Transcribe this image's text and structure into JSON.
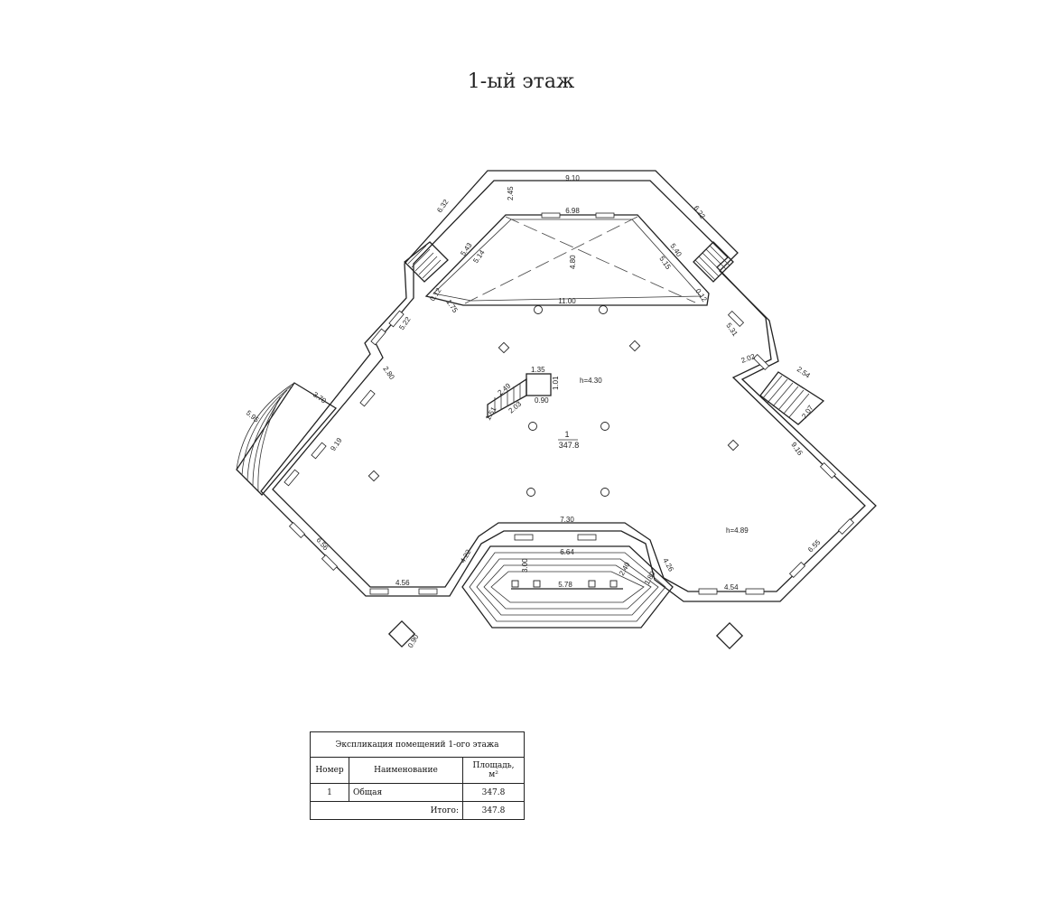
{
  "title": "1-ый этаж",
  "plan": {
    "dimensions": {
      "top_outer": "9.10",
      "top_left_side": "6.32",
      "top_right_side": "6.22",
      "top_depth": "2.45",
      "stage_top": "6.98",
      "stage_depth": "4.80",
      "stage_bottom": "11.00",
      "left_upper_a": "5.43",
      "left_upper_b": "5.14",
      "left_upper_c": "0.12",
      "left_upper_d": "1.75",
      "right_upper_a": "5.40",
      "right_upper_b": "5.15",
      "right_upper_c": "0.12",
      "left_wall_1": "5.22",
      "left_wall_2": "2.80",
      "left_wall_3": "9.19",
      "left_porch_a": "3.70",
      "left_porch_b": "5.95",
      "right_wall_1": "5.31",
      "right_wall_2": "2.02",
      "right_porch_a": "2.54",
      "right_porch_b": "2.07",
      "right_wall_3": "9.16",
      "stair_a": "1.35",
      "stair_b": "1.01",
      "stair_c": "0.90",
      "stair_d": "2.49",
      "stair_e": "2.03",
      "stair_f": "1.51",
      "height_upper": "h=4.30",
      "height_lower": "h=4.89",
      "bottom_left_side": "6.56",
      "bottom_left_wall": "4.56",
      "bottom_left_diag": "4.22",
      "bottom_center_outer": "7.30",
      "bottom_center_inner": "6.64",
      "bottom_depth": "3.00",
      "bottom_steps": "5.78",
      "bottom_right_diag_a": "2.40",
      "bottom_right_diag_b": "1.80",
      "bottom_right_diag_c": "4.26",
      "bottom_right_wall": "4.54",
      "bottom_right_side": "6.55",
      "pillar_size": "0.90"
    },
    "room_number": "1",
    "room_area": "347.8"
  },
  "explication": {
    "title": "Экспликация помещений 1-ого этажа",
    "headers": {
      "number": "Номер",
      "name": "Наименование",
      "area": "Площадь, м²"
    },
    "rows": [
      {
        "number": "1",
        "name": "Общая",
        "area": "347.8"
      }
    ],
    "total_label": "Итого:",
    "total_value": "347.8"
  }
}
